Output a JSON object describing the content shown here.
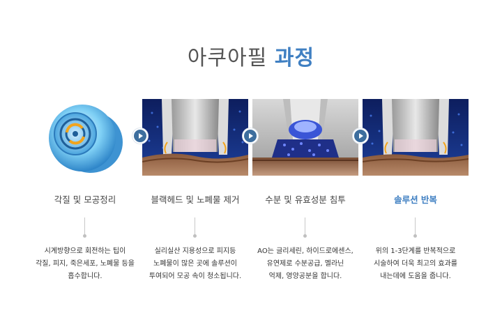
{
  "header": {
    "title_main": "아쿠아필",
    "title_accent": "과정"
  },
  "steps": [
    {
      "label": "각질 및 모공정리",
      "desc_lines": [
        "시계방향으로 회전하는 팁이",
        "각질, 피지, 죽은세포, 노폐물 등을",
        "흡수합니다."
      ],
      "image_icon": "rotating-tip-icon"
    },
    {
      "label": "블랙헤드 및 노폐물 제거",
      "desc_lines": [
        "실리실산 지용성으로 피지등",
        "노폐물이 많은 곳에 솔루션이",
        "투여되어 모공 속이 청소됩니다."
      ],
      "image_icon": "pore-cleaning-image"
    },
    {
      "label": "수분 및 유효성분 침투",
      "desc_lines": [
        "AO는 글리세린, 하이드로에센스,",
        "유연제로 수분공급, 멜라닌",
        "억제, 영양공분을 합니다."
      ],
      "image_icon": "moisture-infusion-image"
    },
    {
      "label": "솔루션 반복",
      "desc_lines": [
        "위의 1-3단계를 반복적으로",
        "시술하여 더욱 최고의 효과를",
        "내는데에 도움을 줍니다."
      ],
      "image_icon": "repeat-solution-image"
    }
  ],
  "colors": {
    "accent": "#3f7fc2",
    "arrow": "#3d6e9e",
    "text": "#333333"
  }
}
